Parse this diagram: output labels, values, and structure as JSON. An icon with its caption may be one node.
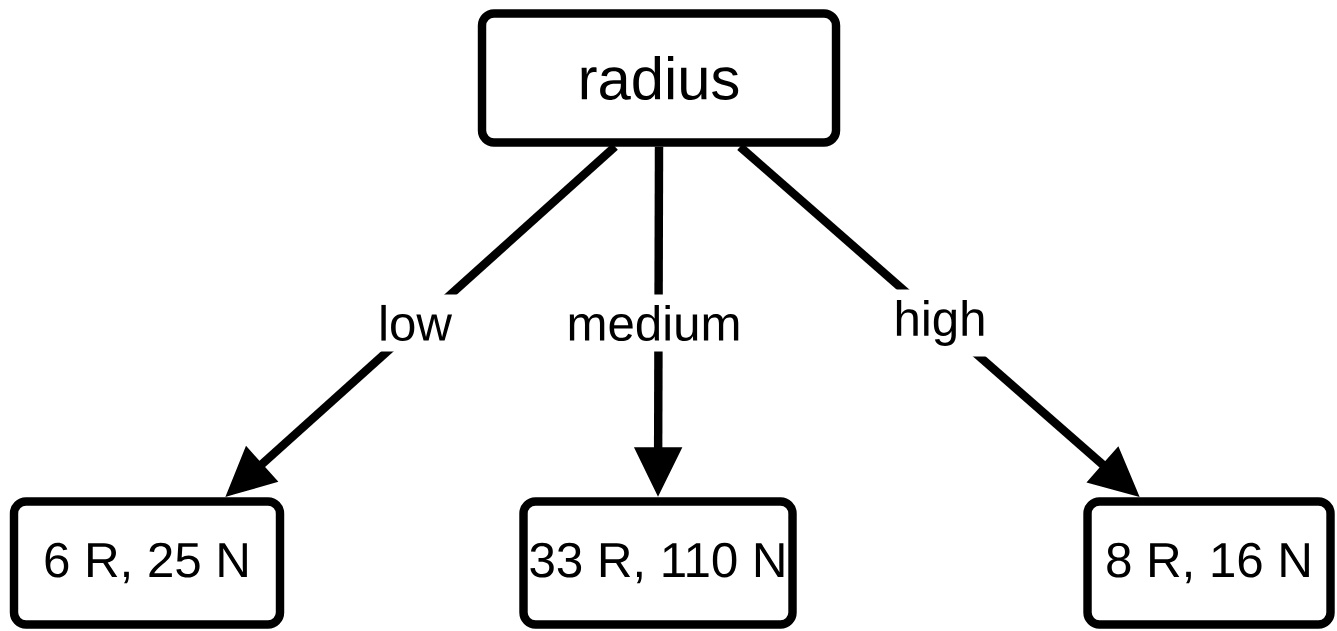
{
  "diagram": {
    "nodes": [
      {
        "text": [
          "radius"
        ]
      },
      {
        "text": [
          "6 R, 25 N"
        ]
      },
      {
        "text": [
          "33 R, 110 N"
        ]
      },
      {
        "text": [
          "8 R, 16 N"
        ]
      }
    ],
    "edges": [
      {
        "from": 0,
        "to": 1,
        "arrow": "to",
        "label": "low"
      },
      {
        "from": 0,
        "to": 2,
        "arrow": "to",
        "label": "medium"
      },
      {
        "from": 0,
        "to": 3,
        "arrow": "to",
        "label": "high"
      }
    ]
  }
}
